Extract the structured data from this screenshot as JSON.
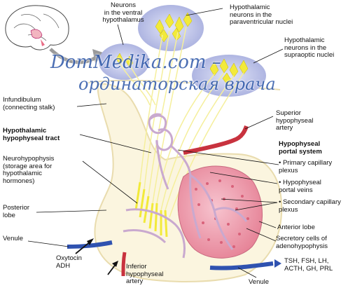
{
  "watermark": {
    "line1": "DomMedika.com –",
    "line2": "ординаторская врача"
  },
  "labels": {
    "neurons_ventral": "Neurons\nin the ventral\nhypothalamus",
    "paraventricular": "Hypothalamic\nneurons in the\nparaventricular nuclei",
    "supraoptic": "Hypothalamic\nneurons in the\nsupraoptic nuclei",
    "infundibulum": "Infundibulum\n(connecting stalk)",
    "hypothalamic_tract": "Hypothalamic\nhypophyseal tract",
    "neurohypophysis": "Neurohypophysis\n(storage area for\nhypothalamic\nhormones)",
    "posterior_lobe": "Posterior\nlobe",
    "venule_left": "Venule",
    "oxytocin_adh": "Oxytocin\nADH",
    "inferior_artery": "Inferior\nhypophyseal\nartery",
    "venule_bottom": "Venule",
    "anterior_hormones": "TSH, FSH, LH,\nACTH, GH, PRL",
    "superior_artery": "Superior\nhypophyseal\nartery",
    "portal_system": "Hypophyseal\nportal system",
    "primary_plexus": "• Primary capillary\n   plexus",
    "portal_veins": "• Hypophyseal\n   portal veins",
    "secondary_plexus": "• Secondary capillary\n   plexus",
    "anterior_lobe": "Anterior lobe",
    "secretory_cells": "Secretory cells of\nadenohypophysis"
  },
  "colors": {
    "nucleus_fill": "#b9bfe6",
    "neuron": "#f2ea3a",
    "axon": "#f5ef9c",
    "outline": "#e9dcae",
    "gland_fill": "#fbf5df",
    "capillary": "#c9a9cf",
    "anterior_tissue": "#ef9fb0",
    "artery": "#c8323e",
    "vein": "#2f52b0"
  }
}
